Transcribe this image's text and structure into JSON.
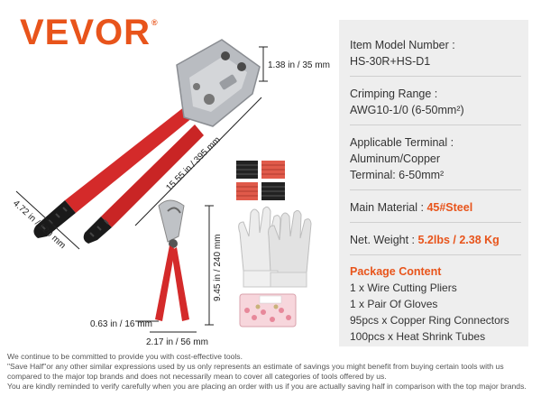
{
  "brand": {
    "logo": "VEVOR",
    "mark": "®"
  },
  "dimensions": {
    "jaw_width": "1.38 in / 35 mm",
    "tool_length": "15.55 in / 395 mm",
    "handle_span": "4.72 in / 120 mm",
    "cutter_length": "9.45 in / 240 mm",
    "cutter_jaw": "0.63 in / 16 mm",
    "cutter_width": "2.17 in / 56 mm"
  },
  "specs": {
    "model_label": "Item Model Number :",
    "model_value": "HS-30R+HS-D1",
    "crimp_label": "Crimping Range :",
    "crimp_value": "AWG10-1/0 (6-50mm²)",
    "terminal_label": "Applicable Terminal :",
    "terminal_value_1": "Aluminum/Copper",
    "terminal_value_2": "Terminal:  6-50mm²",
    "material_label": "Main Material : ",
    "material_value": "45#Steel",
    "weight_label": "Net. Weight : ",
    "weight_value": "5.2lbs / 2.38 Kg"
  },
  "package": {
    "title": "Package Content",
    "items": [
      "1 x Wire Cutting Pliers",
      "1 x Pair Of Gloves",
      "95pcs x Copper Ring Connectors",
      "100pcs x Heat Shrink Tubes"
    ]
  },
  "disclaimer": [
    "We continue to be committed to provide you with cost-effective tools.",
    "\"Save Half\"or any other similar expressions used by us only represents an estimate of savings you might benefit from buying certain tools with us",
    "compared to the major top brands and does not necessarily mean to cover all categories of tools offered by us.",
    "You are kindly reminded to verify carefully when you are placing an order with us if you are actually saving half in comparison with the top major brands."
  ],
  "colors": {
    "accent": "#e8541b",
    "handle_red": "#d42a2a",
    "panel": "#eeeeee"
  }
}
